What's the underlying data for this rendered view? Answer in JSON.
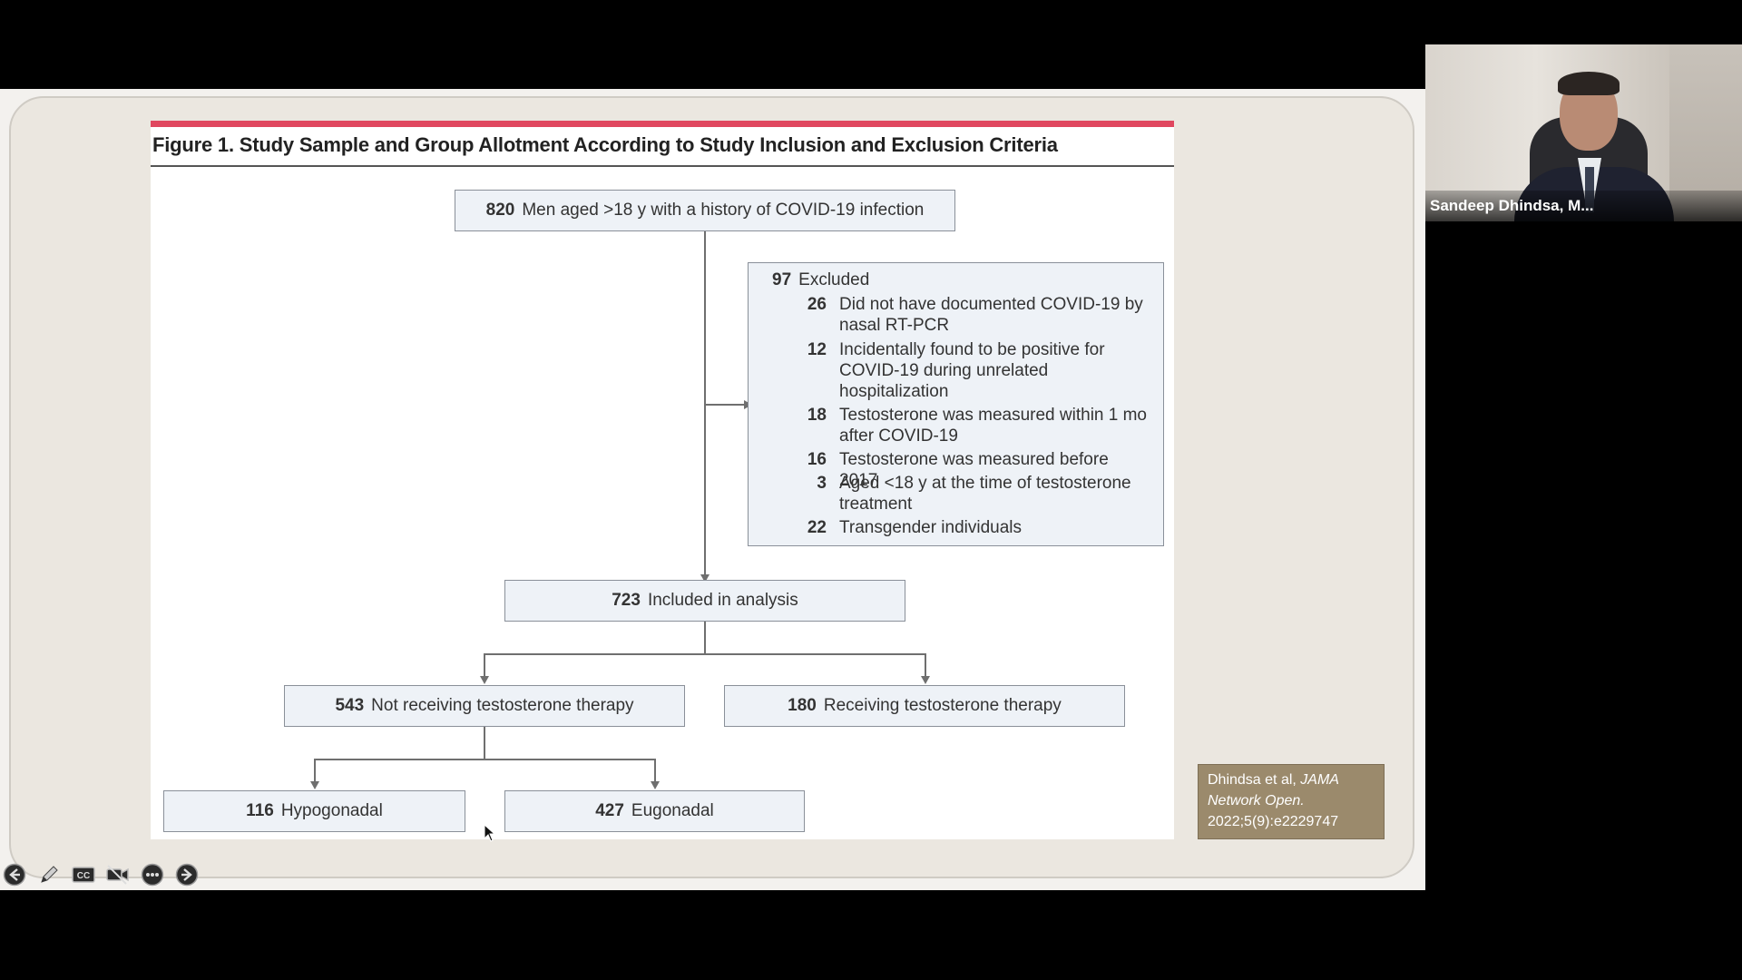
{
  "figure": {
    "title": "Figure 1. Study Sample and Group Allotment According to Study Inclusion and Exclusion Criteria",
    "top": {
      "n": "820",
      "label": "Men aged >18 y with a history of COVID-19 infection"
    },
    "excluded": {
      "n": "97",
      "label": "Excluded",
      "items": [
        {
          "n": "26",
          "label": "Did not have documented COVID-19 by nasal RT-PCR"
        },
        {
          "n": "12",
          "label": "Incidentally found to be positive for COVID-19 during unrelated hospitalization"
        },
        {
          "n": "18",
          "label": "Testosterone was measured within 1 mo after COVID-19"
        },
        {
          "n": "16",
          "label": "Testosterone was measured before 2017"
        },
        {
          "n": "3",
          "label": "Aged <18 y at the time of testosterone treatment"
        },
        {
          "n": "22",
          "label": "Transgender individuals"
        }
      ]
    },
    "included": {
      "n": "723",
      "label": "Included in analysis"
    },
    "not_receiving": {
      "n": "543",
      "label": "Not receiving testosterone therapy"
    },
    "receiving": {
      "n": "180",
      "label": "Receiving testosterone therapy"
    },
    "hypogonadal": {
      "n": "116",
      "label": "Hypogonadal"
    },
    "eugonadal": {
      "n": "427",
      "label": "Eugonadal"
    }
  },
  "citation": {
    "authors": "Dhindsa et al,",
    "journal": "JAMA Network Open.",
    "ref": "2022;5(9):e2229747"
  },
  "video": {
    "participant_name": "Sandeep Dhindsa, M..."
  },
  "toolbar": {
    "icons": [
      "back-arrow-icon",
      "pen-icon",
      "cc-icon",
      "video-off-icon",
      "more-icon",
      "forward-arrow-icon"
    ]
  },
  "colors": {
    "accent_bar": "#e0475f",
    "box_fill": "#eef2f7",
    "citation_bg": "#9b8a6c"
  }
}
